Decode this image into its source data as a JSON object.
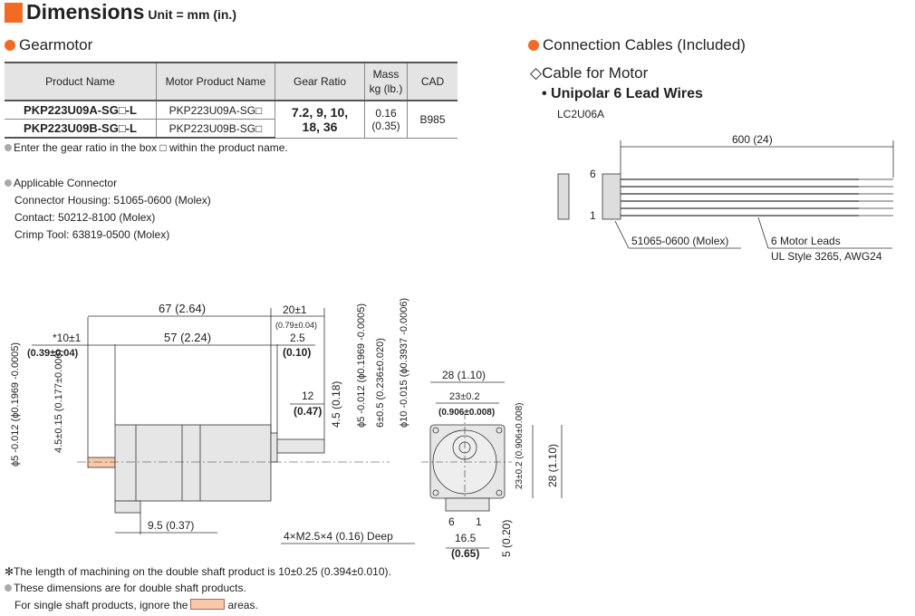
{
  "header": {
    "title": "Dimensions",
    "unit": "Unit = mm (in.)"
  },
  "gearmotor": {
    "heading": "Gearmotor",
    "columns": [
      "Product Name",
      "Motor Product Name",
      "Gear Ratio",
      "Mass kg (lb.)",
      "CAD"
    ],
    "rows": [
      {
        "product": "PKP223U09A-SG□-L",
        "motor": "PKP223U09A-SG□"
      },
      {
        "product": "PKP223U09B-SG□-L",
        "motor": "PKP223U09B-SG□"
      }
    ],
    "gear_ratio_line1": "7.2, 9, 10,",
    "gear_ratio_line2": "18, 36",
    "mass_kg": "0.16",
    "mass_lb": "(0.35)",
    "cad": "B985",
    "note": "Enter the gear ratio in the box □ within the product name."
  },
  "connector": {
    "heading": "Applicable Connector",
    "lines": [
      "Connector Housing: 51065-0600 (Molex)",
      "Contact: 50212-8100 (Molex)",
      "Crimp Tool: 63819-0500 (Molex)"
    ]
  },
  "cables": {
    "heading": "Connection Cables (Included)",
    "sub": "◇Cable for Motor",
    "type": "• Unipolar 6 Lead Wires",
    "model": "LC2U06A",
    "length": "600 (24)",
    "pin6": "6",
    "pin1": "1",
    "housing": "51065-0600 (Molex)",
    "leads": "6 Motor Leads",
    "leads_spec": "UL Style 3265, AWG24"
  },
  "drawing": {
    "d67": "67 (2.64)",
    "d57": "57 (2.24)",
    "d10": "*10±1",
    "d10in": "(0.39±0.04)",
    "d20": "20±1",
    "d20in": "(0.79±0.04)",
    "d25": "2.5",
    "d25in": "(0.10)",
    "d12": "12",
    "d12in": "(0.47)",
    "d45": "4.5 (0.18)",
    "phi5": "ϕ5 -0.012 (ϕ0.1969 -0.0005)",
    "d6": "6±0.5 (0.236±0.020)",
    "phi10": "ϕ10 -0.015 (ϕ0.3937 -0.0006)",
    "lphi5": "ϕ5 -0.012 (ϕ0.1969 -0.0005)",
    "l45": "4.5±0.15 (0.177±0.006)",
    "d95": "9.5 (0.37)",
    "tap": "4×M2.5×4 (0.16) Deep",
    "f28": "28 (1.10)",
    "f23": "23±0.2",
    "f23in": "(0.906±0.008)",
    "v23": "23±0.2 (0.906±0.008)",
    "v28": "28 (1.10)",
    "p6": "6",
    "p1": "1",
    "f165": "16.5",
    "f165in": "(0.65)",
    "v5": "5 (0.20)"
  },
  "footnotes": {
    "n1": "✻The length of machining on the double shaft product is 10±0.25 (0.394±0.010).",
    "n2": "These dimensions are for double shaft products.",
    "n3a": "For single shaft products, ignore the",
    "n3b": "areas."
  },
  "colors": {
    "accent": "#f26b21",
    "single_shaft_area": "#f8c8a8"
  }
}
